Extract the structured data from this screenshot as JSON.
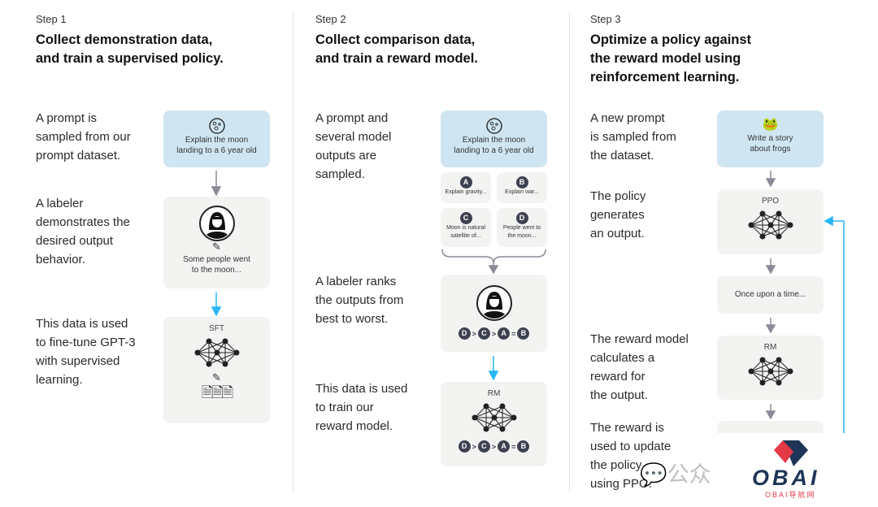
{
  "colors": {
    "blue_box": "#cfe6f2",
    "gray_box": "#f3f3f2",
    "blue_arrow": "#29b6f6",
    "gray_arrow": "#8a8a9a",
    "circle": "#3e4150",
    "logo_red": "#e53946",
    "logo_navy": "#1f3557"
  },
  "step1": {
    "label": "Step 1",
    "title": "Collect demonstration data,\nand train a supervised policy.",
    "desc1": "A prompt is\nsampled from our\nprompt dataset.",
    "desc2": "A labeler\ndemonstrates the\ndesired output\nbehavior.",
    "desc3": "This data is used\nto fine-tune GPT-3\nwith supervised\nlearning.",
    "prompt": "Explain the moon\nlanding to a 6 year old",
    "demo": "Some people went\nto the moon...",
    "model": "SFT"
  },
  "step2": {
    "label": "Step 2",
    "title": "Collect comparison data,\nand train a reward model.",
    "desc1": "A prompt and\nseveral model\noutputs are\nsampled.",
    "desc2": "A labeler ranks\nthe outputs from\nbest to worst.",
    "desc3": "This data is used\nto train our\nreward model.",
    "prompt": "Explain the moon\nlanding to a 6 year old",
    "outputs": [
      {
        "letter": "A",
        "text": "Explain gravity..."
      },
      {
        "letter": "B",
        "text": "Explain war..."
      },
      {
        "letter": "C",
        "text": "Moon is natural\nsatellite of..."
      },
      {
        "letter": "D",
        "text": "People went to\nthe moon..."
      }
    ],
    "ranking": [
      "D",
      ">",
      "C",
      ">",
      "A",
      "=",
      "B"
    ],
    "model": "RM"
  },
  "step3": {
    "label": "Step 3",
    "title": "Optimize a policy against\nthe reward model using\nreinforcement learning.",
    "desc1": "A new prompt\nis sampled from\nthe dataset.",
    "desc2": "The policy\ngenerates\nan output.",
    "desc3": "The reward model\ncalculates a\nreward for\nthe output.",
    "desc4": "The reward is\nused to update\nthe policy\nusing PPO.",
    "prompt": "Write a story\nabout frogs",
    "policy": "PPO",
    "output": "Once upon a time...",
    "model": "RM"
  },
  "watermark": {
    "text": "公众",
    "logo": "OBAI",
    "logo_sub": "OBAI导航网"
  }
}
